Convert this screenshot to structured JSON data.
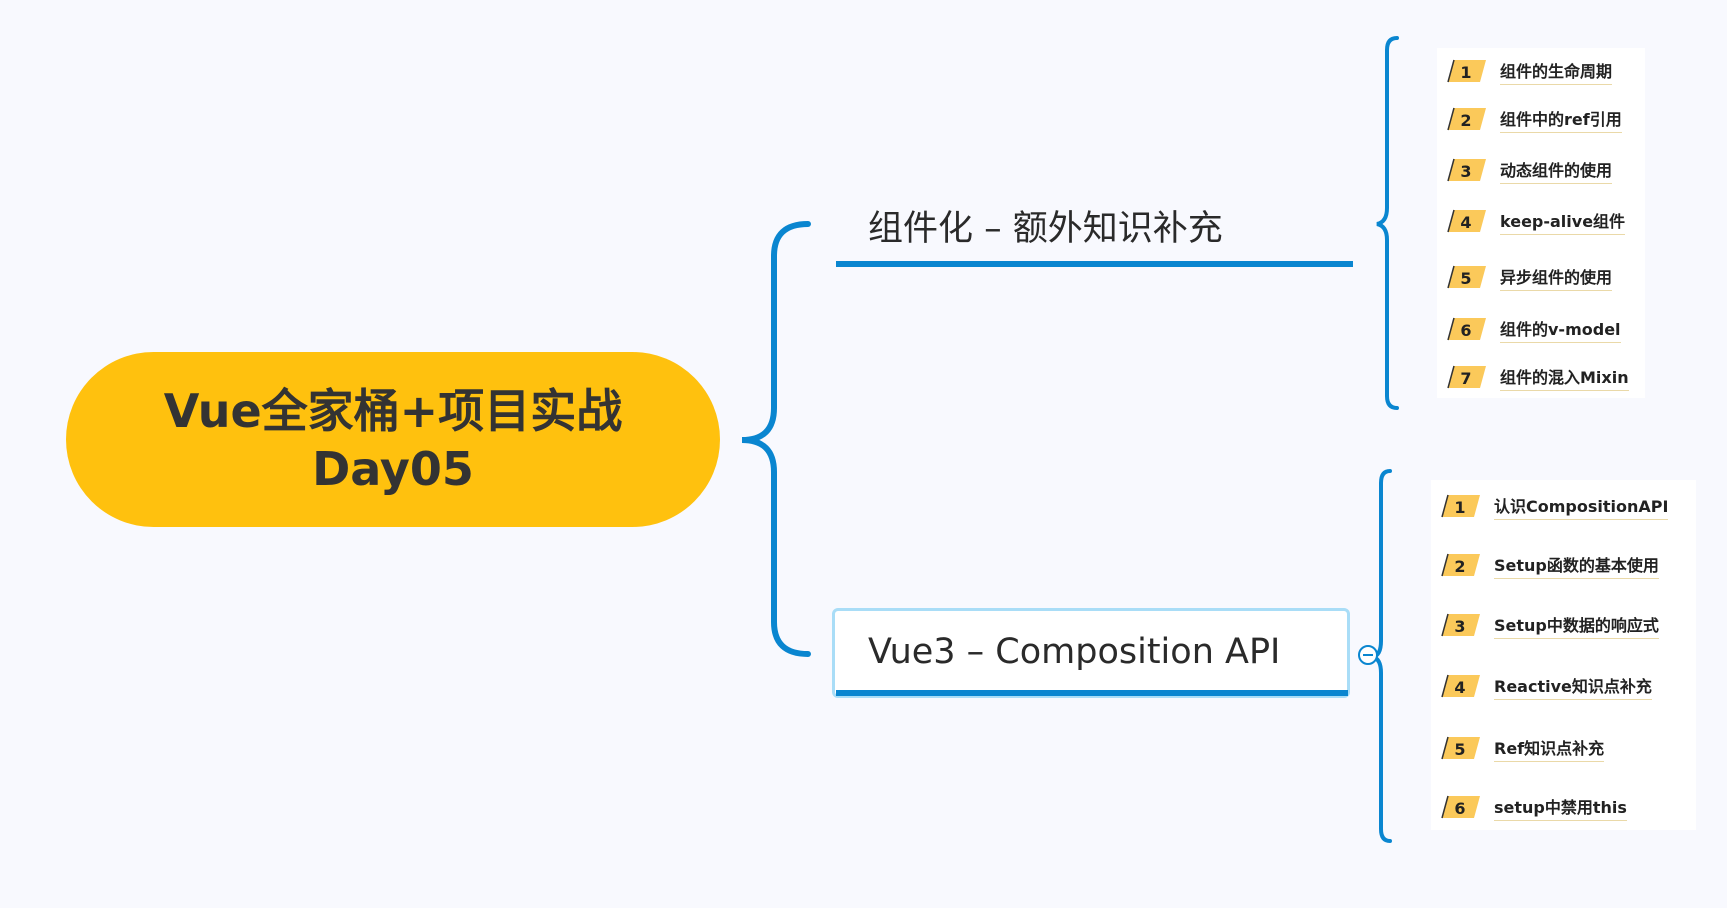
{
  "root": {
    "title_line1": "Vue全家桶+项目实战",
    "title_line2": "Day05"
  },
  "branches": [
    {
      "title": "组件化 – 额外知识补充",
      "items": [
        {
          "num": "1",
          "label": "组件的生命周期"
        },
        {
          "num": "2",
          "label": "组件中的ref引用"
        },
        {
          "num": "3",
          "label": "动态组件的使用"
        },
        {
          "num": "4",
          "label": "keep-alive组件"
        },
        {
          "num": "5",
          "label": "异步组件的使用"
        },
        {
          "num": "6",
          "label": "组件的v-model"
        },
        {
          "num": "7",
          "label": "组件的混入Mixin"
        }
      ]
    },
    {
      "title": "Vue3 – Composition API",
      "items": [
        {
          "num": "1",
          "label": "认识CompositionAPI"
        },
        {
          "num": "2",
          "label": "Setup函数的基本使用"
        },
        {
          "num": "3",
          "label": "Setup中数据的响应式"
        },
        {
          "num": "4",
          "label": "Reactive知识点补充"
        },
        {
          "num": "5",
          "label": "Ref知识点补充"
        },
        {
          "num": "6",
          "label": "setup中禁用this"
        }
      ]
    }
  ],
  "colors": {
    "background": "#F8F9FE",
    "root_fill": "#FFC10E",
    "connector": "#0A86D0",
    "selection_border": "#A9DDF7",
    "badge_fill": "#FBC95A"
  },
  "icons": {
    "number_badge": "parallelogram-number-badge-icon",
    "collapse": "collapse-minus-icon"
  }
}
